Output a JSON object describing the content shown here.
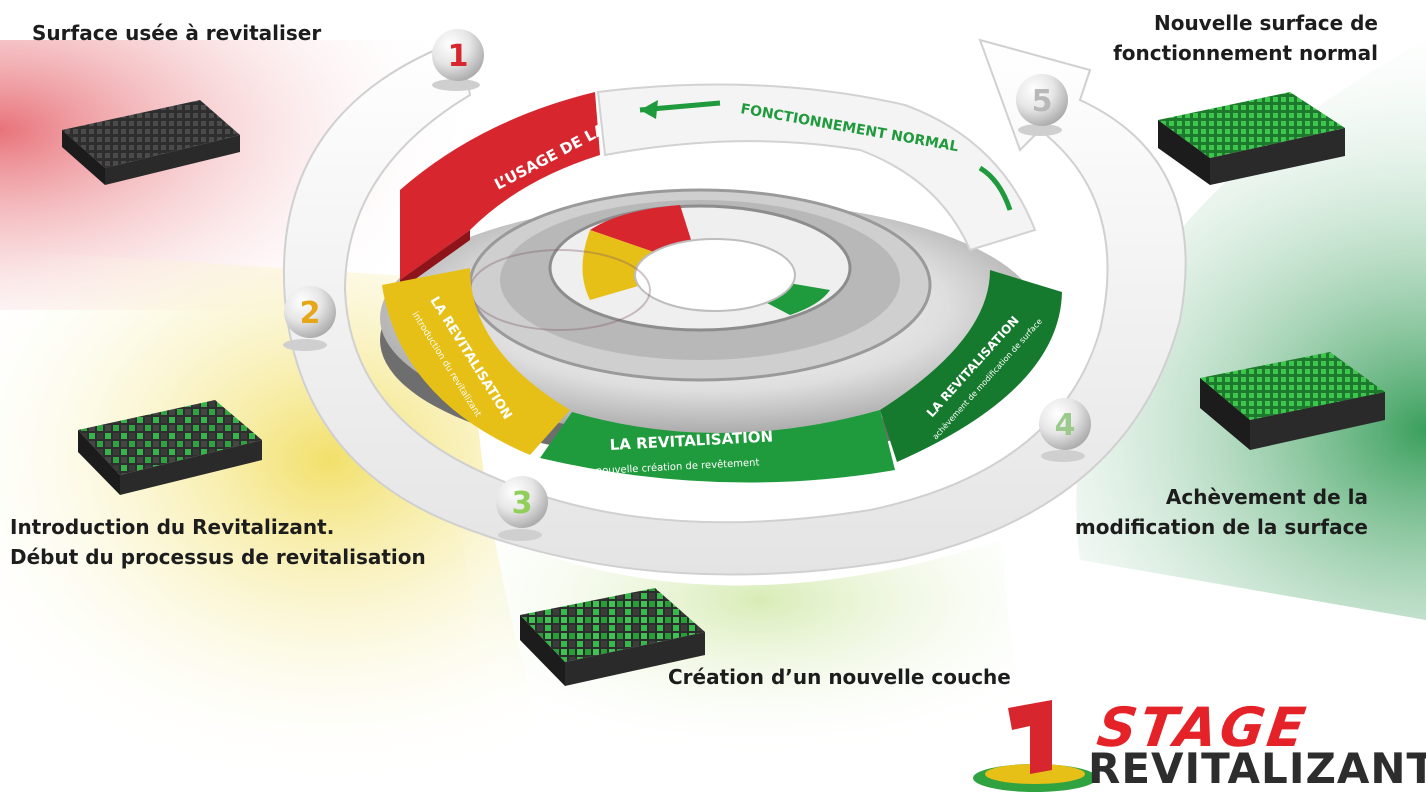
{
  "captions": {
    "step1": [
      "Surface usée à revitaliser"
    ],
    "step2": [
      "Introduction du Revitalizant.",
      "Début du processus de revitalisation"
    ],
    "step3": [
      "Création d’un nouvelle couche"
    ],
    "step4": [
      "Achèvement de la",
      "modification de la surface"
    ],
    "step5": [
      "Nouvelle surface de",
      "fonctionnement normal"
    ]
  },
  "ring": {
    "usage": "L’USAGE DE LA PIÈCE",
    "normal": "FONCTIONNEMENT NORMAL",
    "rev2_title": "LA REVITALISATION",
    "rev2_sub": "introduction du revitalizant",
    "rev3_title": "LA REVITALISATION",
    "rev3_sub": "nouvelle création de revêtement",
    "rev4_title": "LA REVITALISATION",
    "rev4_sub": "achèvement de modification de surface"
  },
  "markers": [
    "1",
    "2",
    "3",
    "4",
    "5"
  ],
  "logo": {
    "line1": "STAGE",
    "line2": "REVITALIZANT",
    "numeral": "1"
  },
  "colors": {
    "red": "#d7262e",
    "yellow": "#e6bf17",
    "green": "#1f9a3c",
    "dark_green": "#167a2e",
    "block_grey": "#3f3f3f",
    "block_green": "#2fbd3b"
  }
}
